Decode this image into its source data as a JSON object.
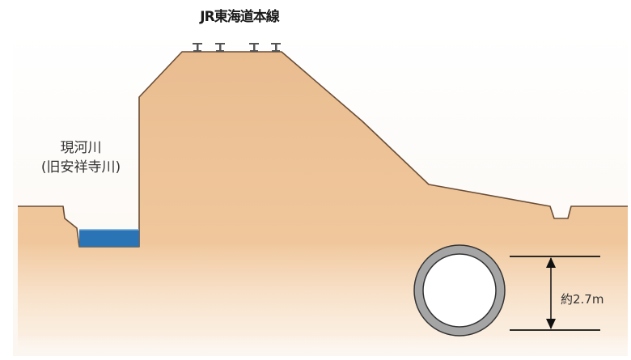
{
  "title": "JR東海道本線",
  "river": {
    "line1": "現河川",
    "line2": "(旧安祥寺川)"
  },
  "dimension": {
    "label": "約2.7m"
  },
  "colors": {
    "embankment": "#e9bd90",
    "ground": "#f0c79c",
    "water": "#2a74b6",
    "pipe_ring": "#a5a5a5",
    "outline": "#6b4e36",
    "rail": "#555555"
  }
}
